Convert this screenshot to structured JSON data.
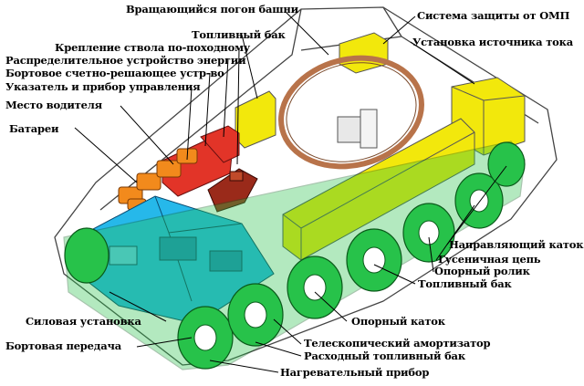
{
  "labels": {
    "turret_ring": "Вращающийся погон башни",
    "nbc_system": "Система защиты от ОМП",
    "fuel_tank_top": "Топливный бак",
    "barrel_lock": "Крепление ствола по-походному",
    "power_distribution": "Распределительное устройство энергии",
    "onboard_computer": "Бортовое счетно-решающее устр-во",
    "control_indicator": "Указатель и прибор управления",
    "power_source": "Установка источника тока",
    "driver_seat": "Место водителя",
    "batteries": "Батареи",
    "idler": "Направляющий каток",
    "track": "Гусеничная цепь",
    "road_wheel": "Опорный ролик",
    "fuel_tank_side": "Топливный бак",
    "power_plant": "Силовая установка",
    "support_roller": "Опорный каток",
    "final_drive": "Бортовая передача",
    "shock_absorber": "Телескопический амортизатор",
    "aux_fuel_tank": "Расходный топливный бак",
    "heater": "Нагревательный прибор"
  },
  "colors": {
    "yellow_parts": "#f2e80c",
    "engine_blue": "#26b8ea",
    "track_green": "#27c24a",
    "orange_batteries": "#f28a1c",
    "red_units": "#e23428",
    "turret_ring": "#b8734a"
  }
}
